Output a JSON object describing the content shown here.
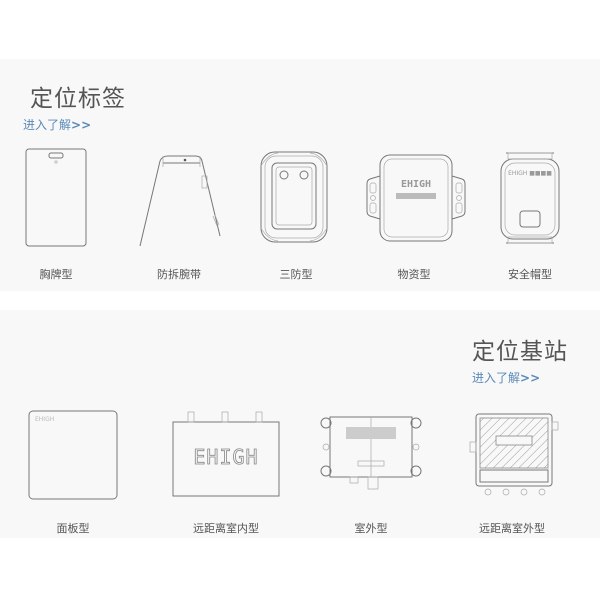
{
  "tags_section": {
    "title": "定位标签",
    "more_link": "进入了解",
    "more_arrows": ">>",
    "items": [
      {
        "label": "胸牌型",
        "icon": "badge-card-icon"
      },
      {
        "label": "防拆腕带",
        "icon": "wristband-icon"
      },
      {
        "label": "三防型",
        "icon": "rugged-tag-icon"
      },
      {
        "label": "物资型",
        "icon": "asset-tag-icon"
      },
      {
        "label": "安全帽型",
        "icon": "helmet-tag-icon"
      }
    ]
  },
  "stations_section": {
    "title": "定位基站",
    "more_link": "进入了解",
    "more_arrows": ">>",
    "items": [
      {
        "label": "面板型",
        "icon": "panel-station-icon"
      },
      {
        "label": "远距离室内型",
        "icon": "long-range-indoor-station-icon",
        "brand": "EHIGH"
      },
      {
        "label": "室外型",
        "icon": "outdoor-station-icon"
      },
      {
        "label": "远距离室外型",
        "icon": "long-range-outdoor-station-icon"
      }
    ]
  },
  "colors": {
    "panel_bg": "#f8f8f8",
    "page_bg": "#ffffff",
    "link": "#5a8ab8",
    "title": "#555555"
  }
}
